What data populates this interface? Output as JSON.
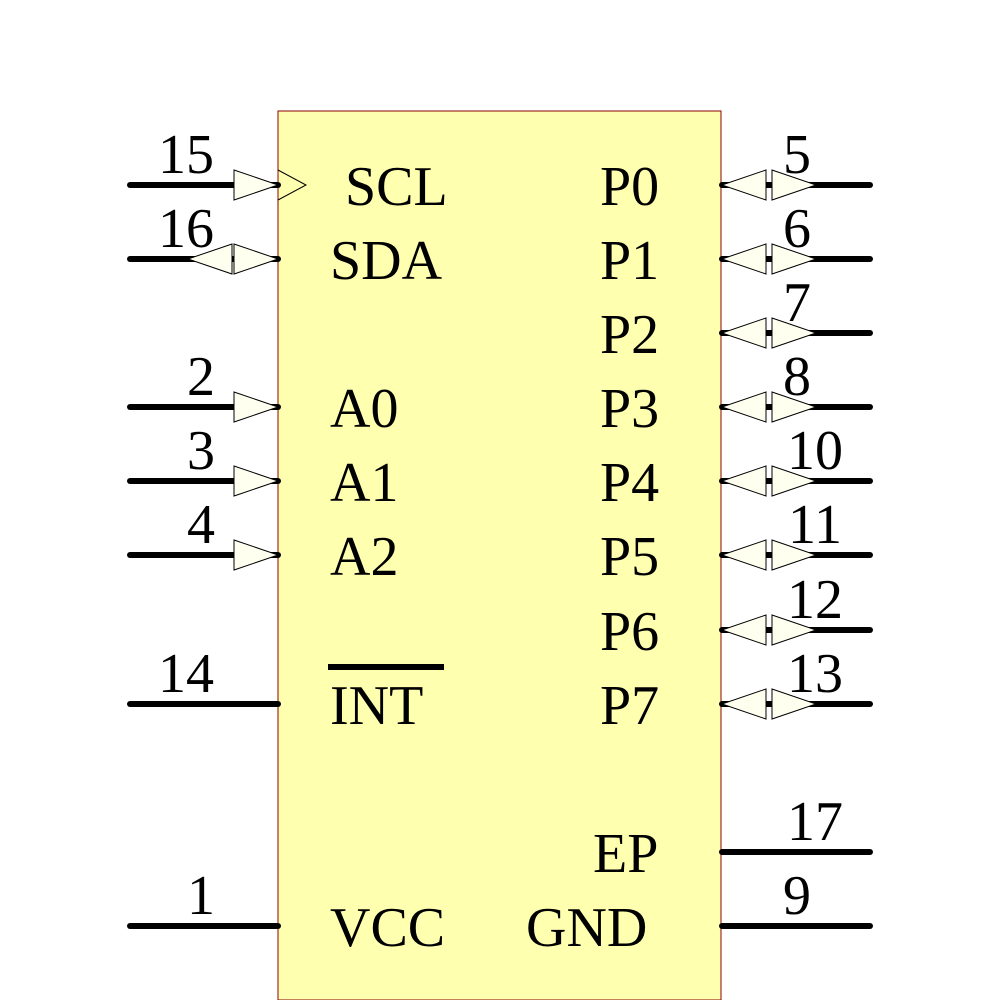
{
  "component": {
    "body_color": "#ffffb0",
    "border_color": "#8b0000"
  },
  "left_pins": [
    {
      "number": "15",
      "label": "SCL",
      "dir": "in"
    },
    {
      "number": "16",
      "label": "SDA",
      "dir": "bi"
    },
    {
      "number": "2",
      "label": "A0",
      "dir": "in"
    },
    {
      "number": "3",
      "label": "A1",
      "dir": "in"
    },
    {
      "number": "4",
      "label": "A2",
      "dir": "in"
    },
    {
      "number": "14",
      "label": "INT",
      "dir": "none",
      "overline": true
    },
    {
      "number": "1",
      "label": "VCC",
      "dir": "none"
    }
  ],
  "right_pins": [
    {
      "number": "5",
      "label": "P0",
      "dir": "bi"
    },
    {
      "number": "6",
      "label": "P1",
      "dir": "bi"
    },
    {
      "number": "7",
      "label": "P2",
      "dir": "bi"
    },
    {
      "number": "8",
      "label": "P3",
      "dir": "bi"
    },
    {
      "number": "10",
      "label": "P4",
      "dir": "bi"
    },
    {
      "number": "11",
      "label": "P5",
      "dir": "bi"
    },
    {
      "number": "12",
      "label": "P6",
      "dir": "bi"
    },
    {
      "number": "13",
      "label": "P7",
      "dir": "bi"
    },
    {
      "number": "17",
      "label": "EP",
      "dir": "none"
    },
    {
      "number": "9",
      "label": "GND",
      "dir": "none"
    }
  ]
}
